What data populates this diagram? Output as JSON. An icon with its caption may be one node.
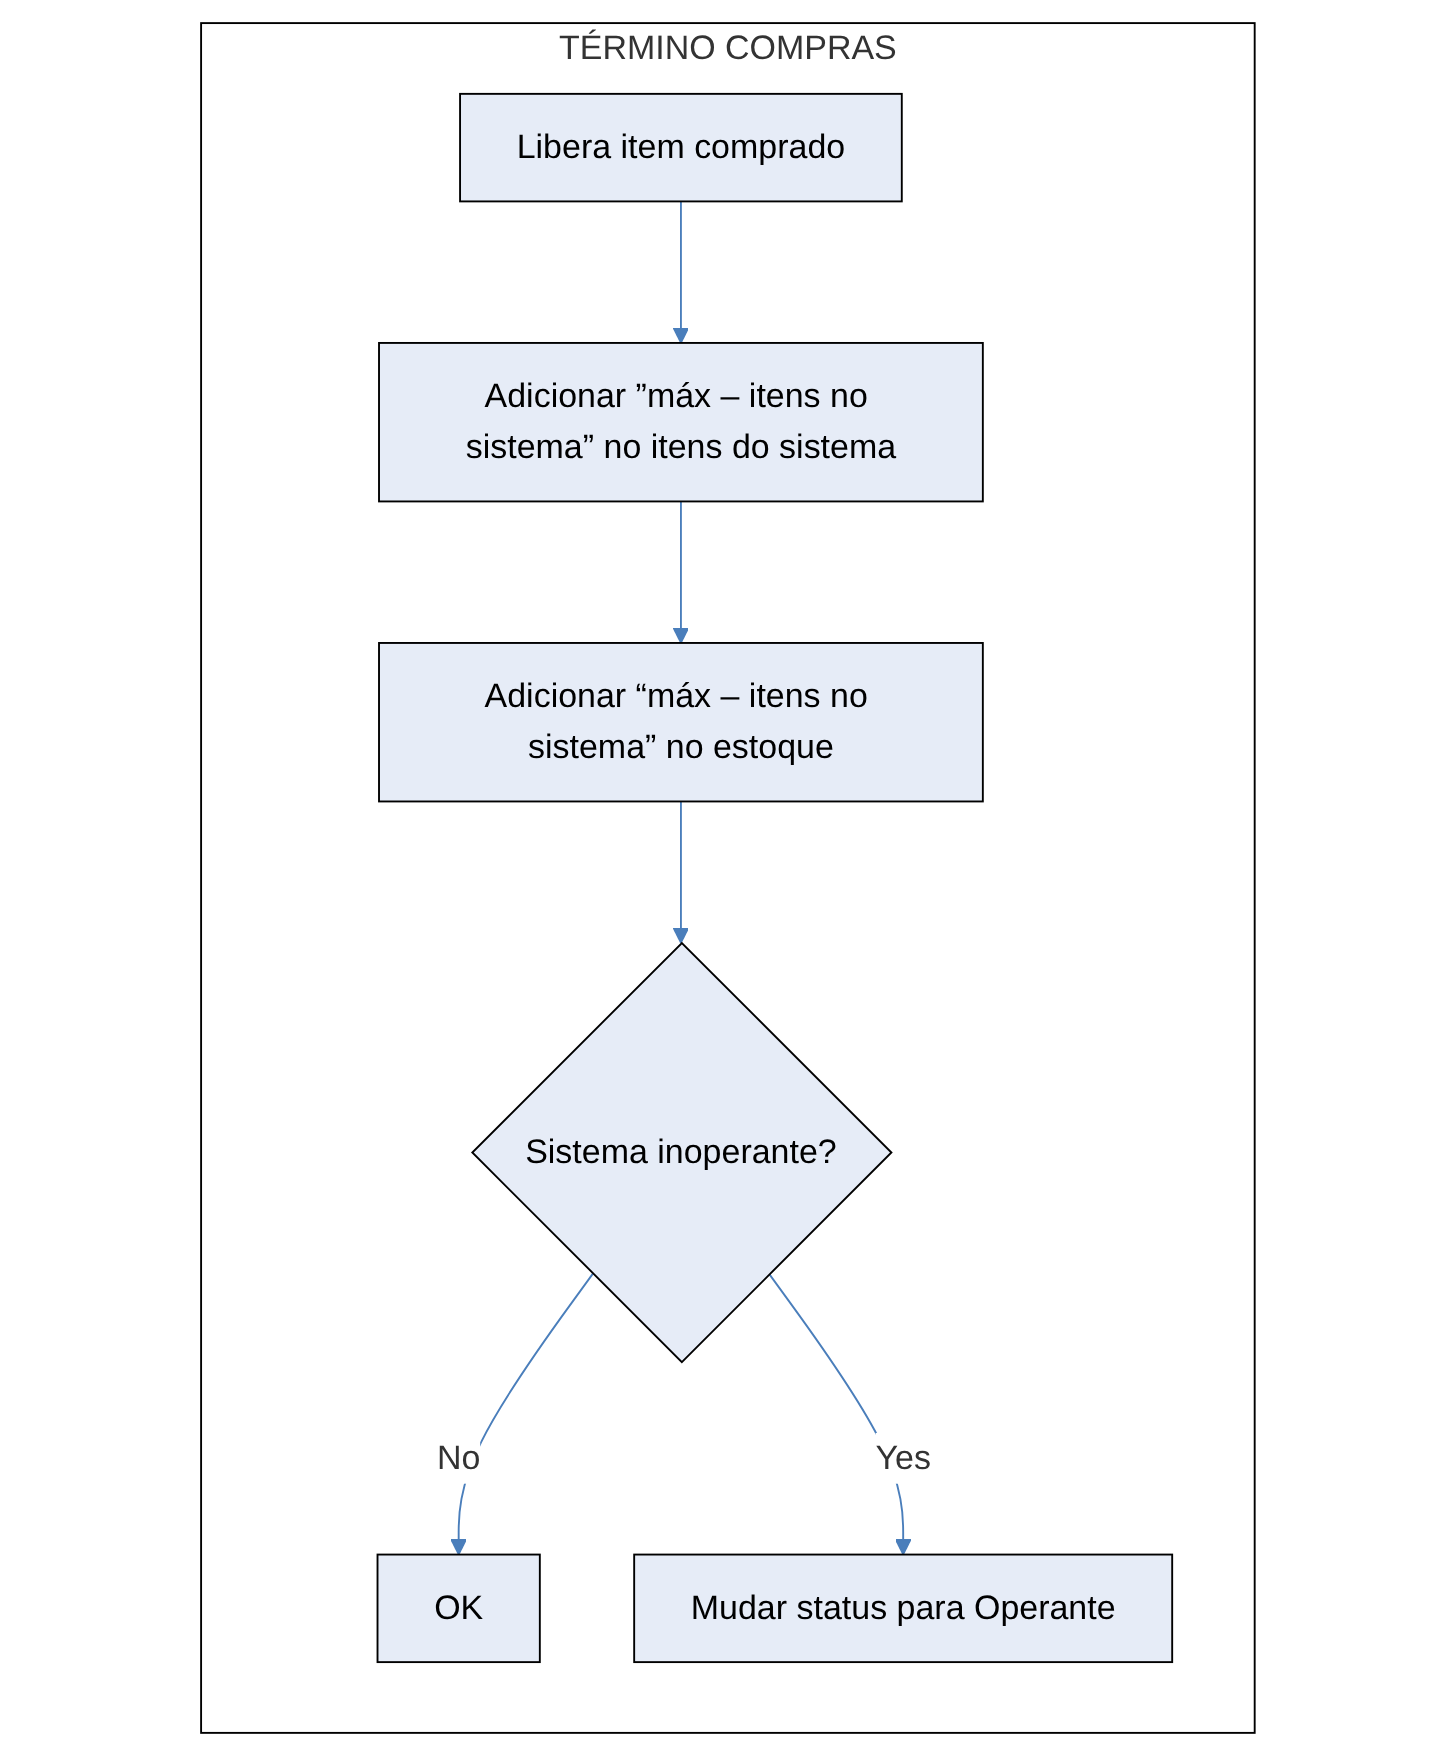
{
  "diagram": {
    "nodes": [
      {
        "text": [
          "TÉRMINO COMPRAS"
        ]
      },
      {
        "text": [
          "Libera item comprado"
        ],
        "in": 0
      },
      {
        "text": [
          "Adicionar ”máx – itens no sistema” no itens do sistema"
        ],
        "in": 0
      },
      {
        "text": [
          "Adicionar “máx – itens no sistema” no estoque"
        ],
        "in": 0
      },
      {
        "text": [
          "Sistema inoperante?"
        ],
        "in": 0
      },
      {
        "text": [
          "OK"
        ],
        "in": 0
      },
      {
        "text": [
          "Mudar status para Operante"
        ],
        "in": 0
      }
    ],
    "edges": [
      {
        "from": 1,
        "to": 2,
        "arrow": "to"
      },
      {
        "from": 2,
        "to": 3,
        "arrow": "to"
      },
      {
        "from": 3,
        "to": 4,
        "arrow": "to"
      },
      {
        "from": 4,
        "to": 5,
        "arrow": "to",
        "label": "No"
      },
      {
        "from": 4,
        "to": 6,
        "arrow": "to",
        "label": "Yes"
      }
    ]
  }
}
